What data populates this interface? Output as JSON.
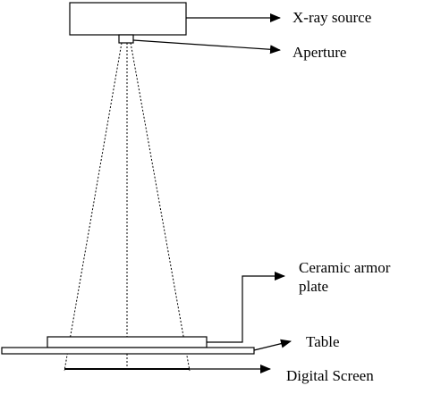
{
  "diagram": {
    "labels": {
      "xray_source": "X-ray source",
      "aperture": "Aperture",
      "ceramic_plate_line1": "Ceramic armor",
      "ceramic_plate_line2": "plate",
      "table": "Table",
      "digital_screen": "Digital Screen"
    },
    "colors": {
      "stroke": "#000000",
      "background": "#ffffff"
    }
  }
}
